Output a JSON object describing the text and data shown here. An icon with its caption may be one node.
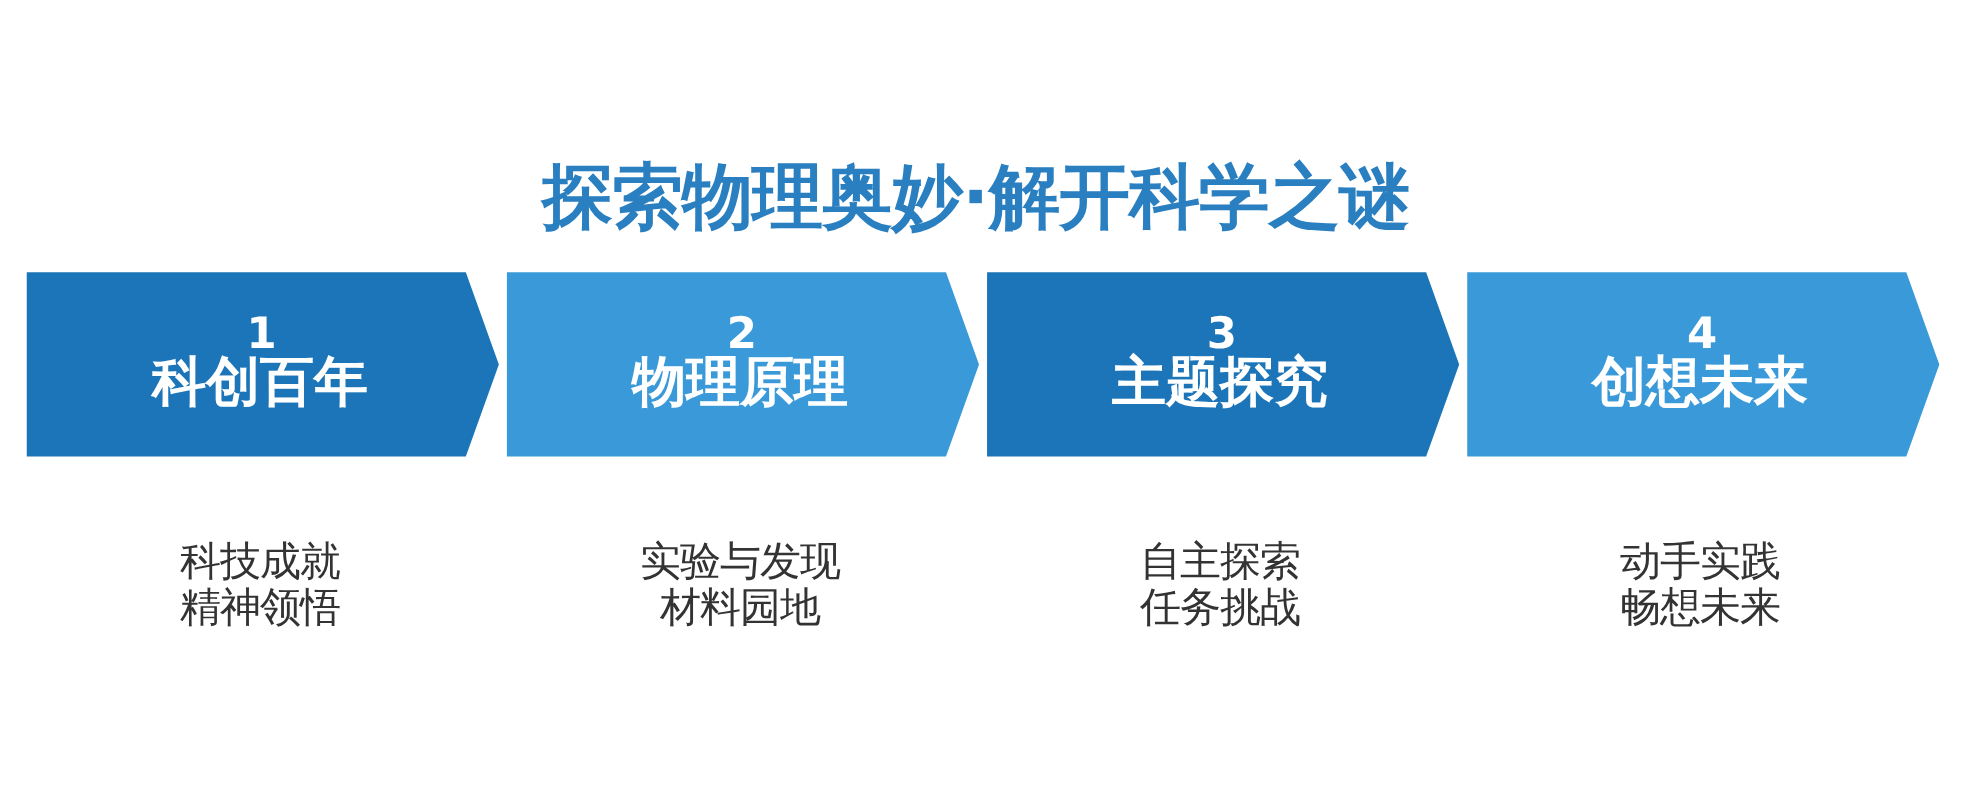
{
  "diagram": {
    "title": "探索物理奥妙·解开科学之谜",
    "nodes": [
      {
        "text": [
          "1",
          "科创百年"
        ],
        "beside": [
          "科技成就",
          "精神领悟"
        ]
      },
      {
        "text": [
          "2",
          "物理原理"
        ],
        "beside": [
          "实验与发现",
          "材料园地"
        ]
      },
      {
        "text": [
          "3",
          "主题探究"
        ],
        "beside": [
          "自主探索",
          "任务挑战"
        ]
      },
      {
        "text": [
          "4",
          "创想未来"
        ],
        "beside": [
          "动手实践",
          "畅想未来"
        ]
      }
    ]
  }
}
